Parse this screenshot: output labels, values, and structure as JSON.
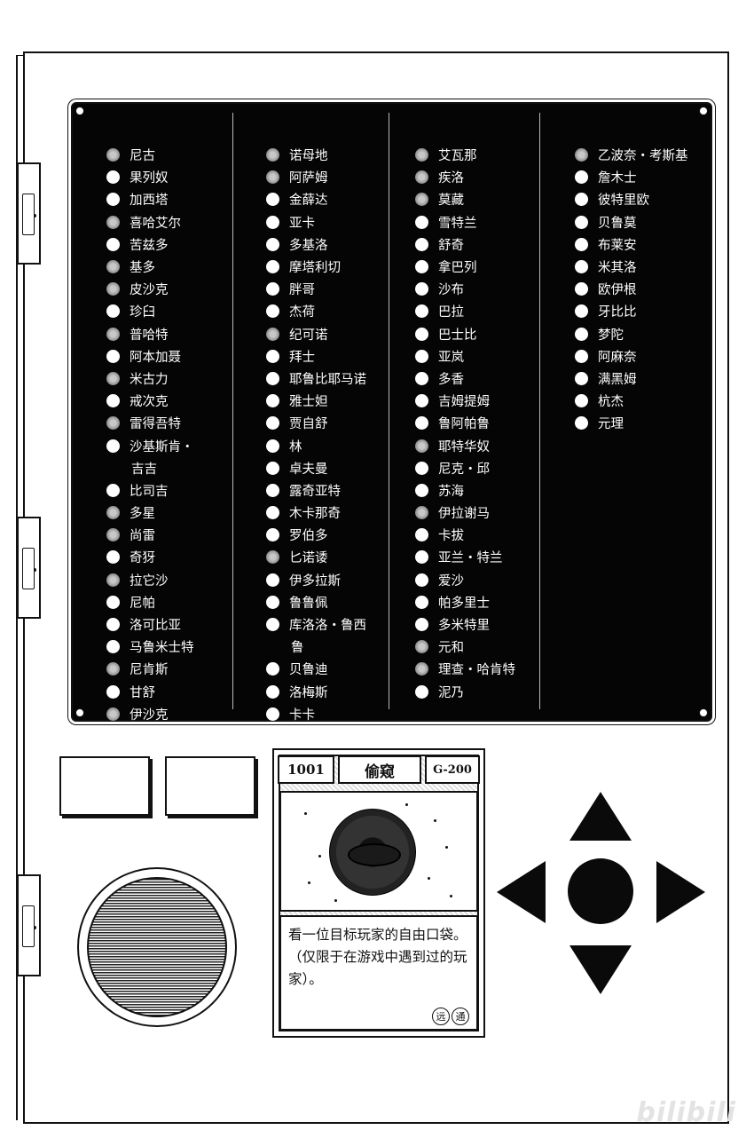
{
  "player_list": {
    "columns": [
      [
        {
          "name": "尼古",
          "status": "gray"
        },
        {
          "name": "果列奴",
          "status": "white"
        },
        {
          "name": "加西塔",
          "status": "white"
        },
        {
          "name": "喜哈艾尔",
          "status": "gray"
        },
        {
          "name": "苦兹多",
          "status": "white"
        },
        {
          "name": "基多",
          "status": "gray"
        },
        {
          "name": "皮沙克",
          "status": "gray"
        },
        {
          "name": "珍臼",
          "status": "white"
        },
        {
          "name": "普哈特",
          "status": "gray"
        },
        {
          "name": "阿本加聂",
          "status": "white"
        },
        {
          "name": "米古力",
          "status": "gray"
        },
        {
          "name": "戒次克",
          "status": "white"
        },
        {
          "name": "雷得吾特",
          "status": "gray"
        },
        {
          "name": "沙基斯肯・",
          "status": "white"
        },
        {
          "name": "吉吉",
          "status": "none"
        },
        {
          "name": "比司吉",
          "status": "white"
        },
        {
          "name": "多星",
          "status": "gray"
        },
        {
          "name": "尚雷",
          "status": "gray"
        },
        {
          "name": "奇犽",
          "status": "white"
        },
        {
          "name": "拉它沙",
          "status": "gray"
        },
        {
          "name": "尼帕",
          "status": "white"
        },
        {
          "name": "洛可比亚",
          "status": "white"
        },
        {
          "name": "马鲁米士特",
          "status": "white"
        },
        {
          "name": "尼肯斯",
          "status": "gray"
        },
        {
          "name": "甘舒",
          "status": "white"
        },
        {
          "name": "伊沙克",
          "status": "gray"
        }
      ],
      [
        {
          "name": "诺母地",
          "status": "gray"
        },
        {
          "name": "阿萨姆",
          "status": "gray"
        },
        {
          "name": "金薛达",
          "status": "white"
        },
        {
          "name": "亚卡",
          "status": "white"
        },
        {
          "name": "多基洛",
          "status": "white"
        },
        {
          "name": "摩塔利切",
          "status": "white"
        },
        {
          "name": "胖哥",
          "status": "white"
        },
        {
          "name": "杰荷",
          "status": "white"
        },
        {
          "name": "纪可诺",
          "status": "gray"
        },
        {
          "name": "拜士",
          "status": "white"
        },
        {
          "name": "耶鲁比耶马诺",
          "status": "white"
        },
        {
          "name": "雅士妲",
          "status": "white"
        },
        {
          "name": "贾自舒",
          "status": "white"
        },
        {
          "name": "林",
          "status": "white"
        },
        {
          "name": "卓夫曼",
          "status": "white"
        },
        {
          "name": "露奇亚特",
          "status": "white"
        },
        {
          "name": "木卡那奇",
          "status": "white"
        },
        {
          "name": "罗伯多",
          "status": "white"
        },
        {
          "name": "匕诺诿",
          "status": "gray"
        },
        {
          "name": "伊多拉斯",
          "status": "white"
        },
        {
          "name": "鲁鲁佩",
          "status": "white"
        },
        {
          "name": "库洛洛・鲁西",
          "status": "white"
        },
        {
          "name": "鲁",
          "status": "none"
        },
        {
          "name": "贝鲁迪",
          "status": "white"
        },
        {
          "name": "洛梅斯",
          "status": "white"
        },
        {
          "name": "卡卡",
          "status": "white"
        }
      ],
      [
        {
          "name": "艾瓦那",
          "status": "gray"
        },
        {
          "name": "疾洛",
          "status": "gray"
        },
        {
          "name": "莫藏",
          "status": "gray"
        },
        {
          "name": "雪特兰",
          "status": "white"
        },
        {
          "name": "舒奇",
          "status": "white"
        },
        {
          "name": "拿巴列",
          "status": "white"
        },
        {
          "name": "沙布",
          "status": "white"
        },
        {
          "name": "巴拉",
          "status": "white"
        },
        {
          "name": "巴士比",
          "status": "white"
        },
        {
          "name": "亚岚",
          "status": "white"
        },
        {
          "name": "多香",
          "status": "white"
        },
        {
          "name": "吉姆提姆",
          "status": "white"
        },
        {
          "name": "鲁阿帕鲁",
          "status": "white"
        },
        {
          "name": "耶特华奴",
          "status": "gray"
        },
        {
          "name": "尼克・邱",
          "status": "white"
        },
        {
          "name": "苏海",
          "status": "white"
        },
        {
          "name": "伊拉谢马",
          "status": "gray"
        },
        {
          "name": "卡拔",
          "status": "white"
        },
        {
          "name": "亚兰・特兰",
          "status": "white"
        },
        {
          "name": "爱沙",
          "status": "white"
        },
        {
          "name": "帕多里士",
          "status": "white"
        },
        {
          "name": "多米特里",
          "status": "white"
        },
        {
          "name": "元和",
          "status": "gray"
        },
        {
          "name": "理查・哈肯特",
          "status": "gray"
        },
        {
          "name": "泥乃",
          "status": "white"
        }
      ],
      [
        {
          "name": "乙波奈・考斯基",
          "status": "gray"
        },
        {
          "name": "詹木士",
          "status": "white"
        },
        {
          "name": "彼特里欧",
          "status": "white"
        },
        {
          "name": "贝鲁莫",
          "status": "white"
        },
        {
          "name": "布莱安",
          "status": "white"
        },
        {
          "name": "米其洛",
          "status": "white"
        },
        {
          "name": "欧伊根",
          "status": "white"
        },
        {
          "name": "牙比比",
          "status": "white"
        },
        {
          "name": "梦陀",
          "status": "white"
        },
        {
          "name": "阿麻奈",
          "status": "white"
        },
        {
          "name": "满黑姆",
          "status": "white"
        },
        {
          "name": "杭杰",
          "status": "white"
        },
        {
          "name": "元理",
          "status": "white"
        }
      ]
    ]
  },
  "card": {
    "number": "1001",
    "name": "偷窥",
    "rank": "G-200",
    "description": "看一位目标玩家的自由口袋。（仅限于在游戏中遇到过的玩家）。",
    "tags": [
      "远",
      "通"
    ]
  },
  "icons": {
    "dpad": [
      "arrow-up-icon",
      "arrow-down-icon",
      "arrow-left-icon",
      "arrow-right-icon",
      "center-button"
    ],
    "speaker": "speaker-grill-icon"
  },
  "colors": {
    "screen": "#050505",
    "dot_active": "#ffffff",
    "dot_gray": "#9a9a9a",
    "ink": "#111111"
  },
  "watermark": "bilibili"
}
